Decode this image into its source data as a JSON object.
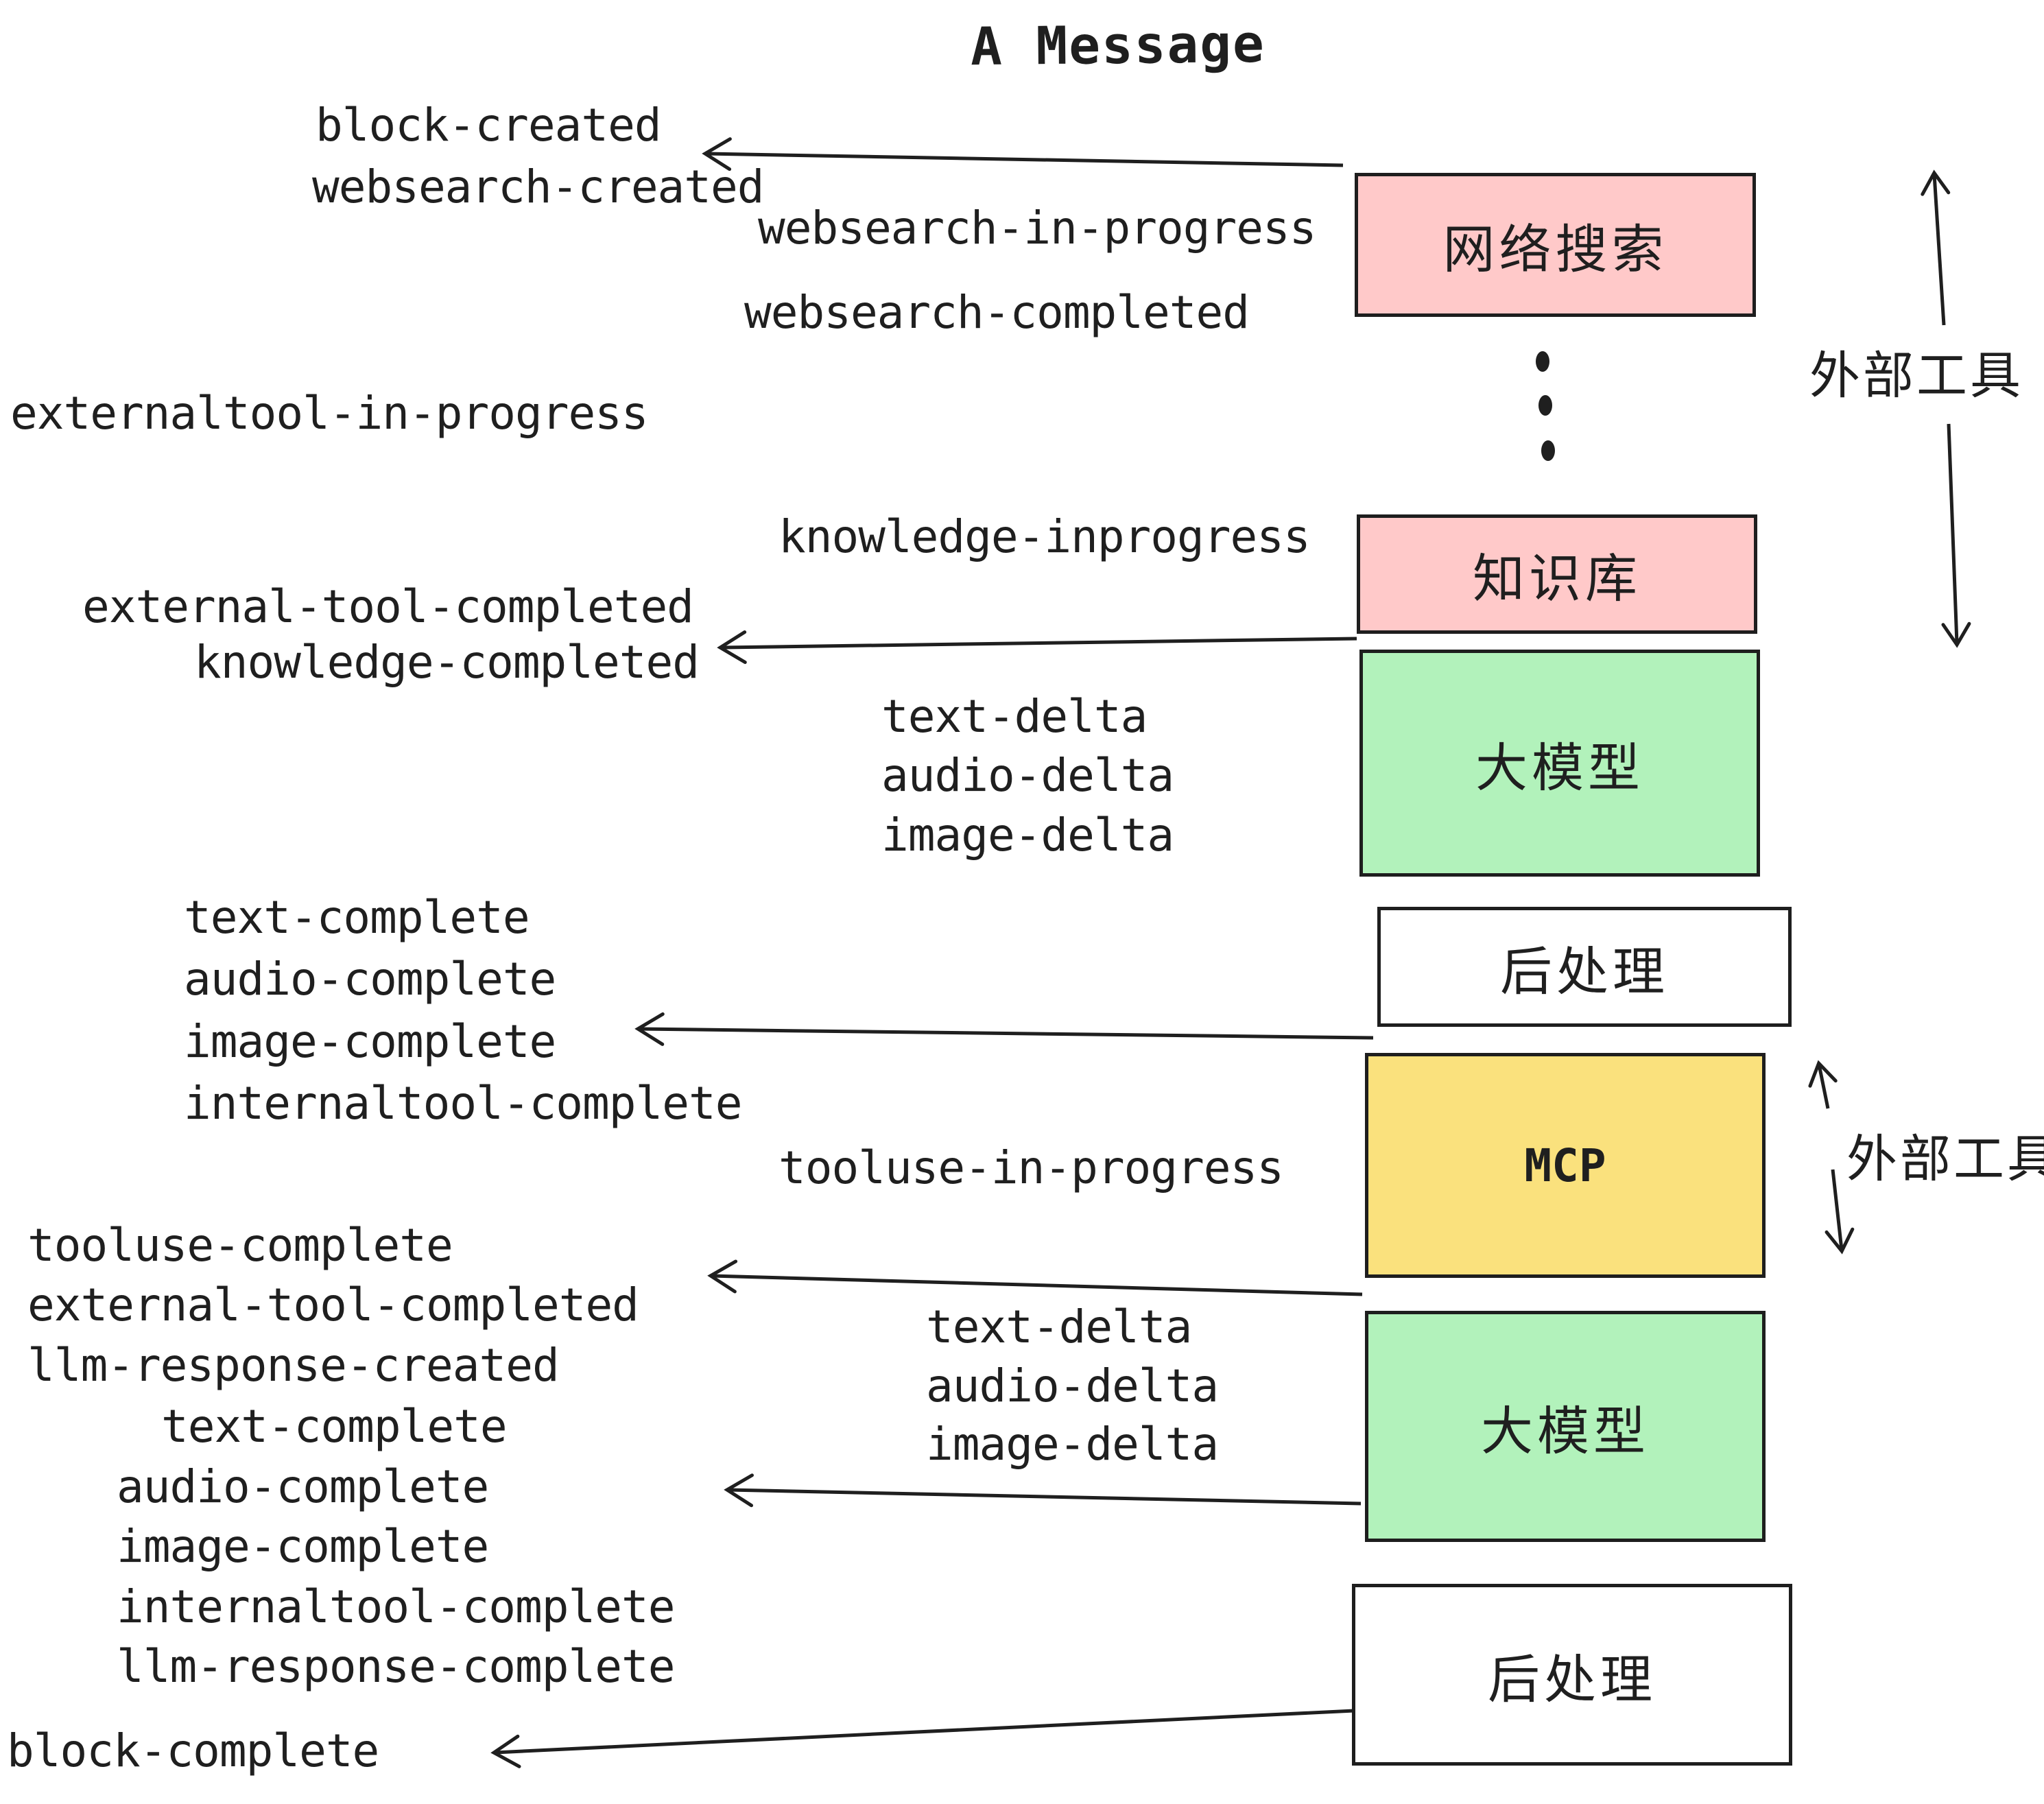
{
  "title": "A Message",
  "events": {
    "block_created": "block-created",
    "websearch_created": "websearch-created",
    "websearch_in_progress": "websearch-in-progress",
    "websearch_completed": "websearch-completed",
    "externaltool_in_progress": "externaltool-in-progress",
    "knowledge_inprogress": "knowledge-inprogress",
    "external_tool_completed": "external-tool-completed",
    "knowledge_completed": "knowledge-completed",
    "text_delta": "text-delta",
    "audio_delta": "audio-delta",
    "image_delta": "image-delta",
    "text_complete": "text-complete",
    "audio_complete": "audio-complete",
    "image_complete": "image-complete",
    "internaltool_complete": "internaltool-complete",
    "tooluse_in_progress": "tooluse-in-progress",
    "tooluse_complete": "tooluse-complete",
    "llm_response_created": "llm-response-created",
    "llm_response_complete": "llm-response-complete",
    "block_complete": "block-complete"
  },
  "boxes": {
    "websearch": {
      "label": "网络搜索",
      "fill": "#ffc9c9"
    },
    "knowledge": {
      "label": "知识库",
      "fill": "#ffc9c9"
    },
    "llm_top": {
      "label": "大模型",
      "fill": "#b2f2bb"
    },
    "post_top": {
      "label": "后处理",
      "fill": "#ffffff"
    },
    "mcp": {
      "label": "MCP",
      "fill": "#fae17d"
    },
    "llm_bottom": {
      "label": "大模型",
      "fill": "#b2f2bb"
    },
    "post_bottom": {
      "label": "后处理",
      "fill": "#ffffff"
    }
  },
  "side_labels": {
    "external_tools_top": "外部工具",
    "external_tools_mcp": "外部工具"
  },
  "colors": {
    "ink": "#1f1f1f",
    "pink": "#ffc9c9",
    "green": "#b2f2bb",
    "yellow": "#fae17d"
  }
}
